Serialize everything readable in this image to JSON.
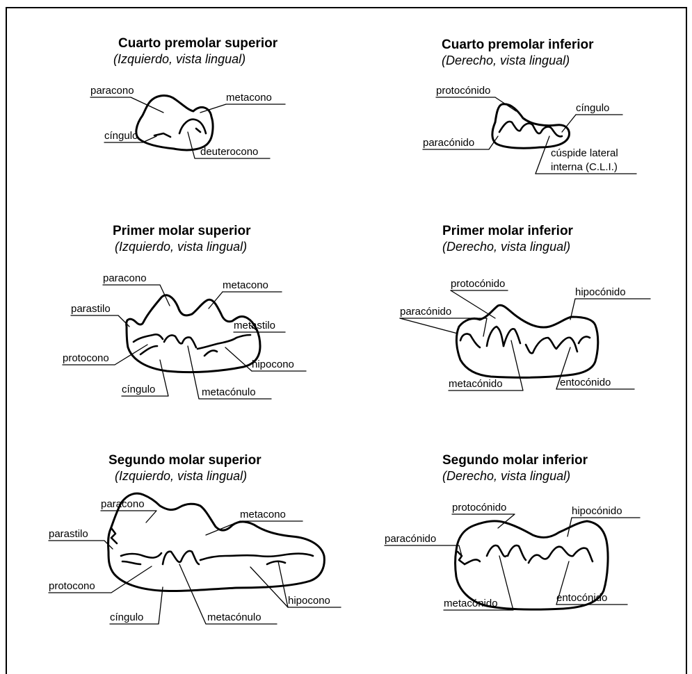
{
  "panels": [
    {
      "title": "Cuarto premolar superior",
      "subtitle": "(Izquierdo, vista lingual)",
      "labels": [
        "paracono",
        "metacono",
        "cíngulo",
        "deuterocono"
      ]
    },
    {
      "title": "Cuarto premolar inferior",
      "subtitle": "(Derecho, vista lingual)",
      "labels": [
        "protocónido",
        "cíngulo",
        "paracónido",
        "cúspide lateral",
        "interna (C.L.I.)"
      ]
    },
    {
      "title": "Primer molar superior",
      "subtitle": "(Izquierdo, vista lingual)",
      "labels": [
        "paracono",
        "metacono",
        "parastilo",
        "metastilo",
        "protocono",
        "hipocono",
        "cíngulo",
        "metacónulo"
      ]
    },
    {
      "title": "Primer molar inferior",
      "subtitle": "(Derecho, vista lingual)",
      "labels": [
        "protocónido",
        "hipocónido",
        "paracónido",
        "metacónido",
        "entocónido"
      ]
    },
    {
      "title": "Segundo molar superior",
      "subtitle": "(Izquierdo, vista lingual)",
      "labels": [
        "paracono",
        "metacono",
        "parastilo",
        "protocono",
        "cíngulo",
        "metacónulo",
        "hipocono"
      ]
    },
    {
      "title": "Segundo molar inferior",
      "subtitle": "(Derecho, vista lingual)",
      "labels": [
        "protocónido",
        "hipocónido",
        "paracónido",
        "metacónido",
        "entocónido"
      ]
    }
  ]
}
